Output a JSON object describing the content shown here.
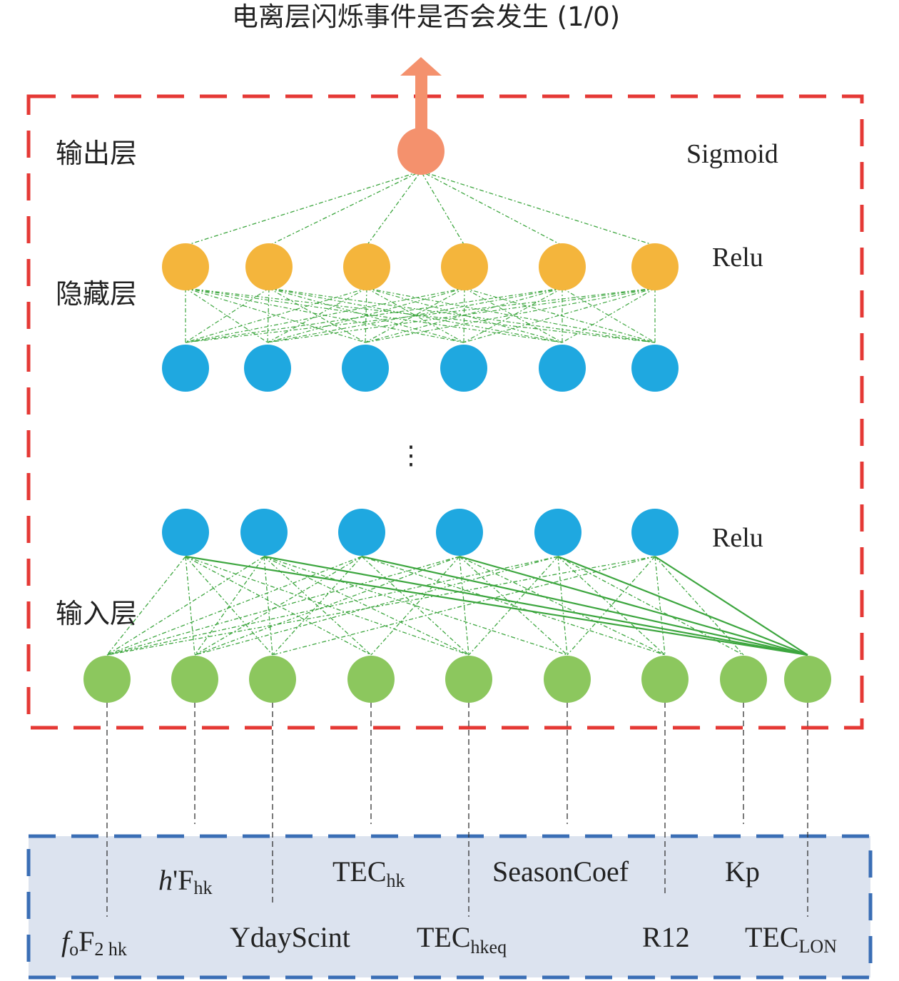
{
  "title": "电离层闪烁事件是否会发生 (1/0)",
  "layers": {
    "output_label": "输出层",
    "hidden_label": "隐藏层",
    "input_label": "输入层"
  },
  "activations": {
    "output": "Sigmoid",
    "hidden_top": "Relu",
    "hidden_bottom": "Relu"
  },
  "ellipsis": "⋮",
  "input_features": [
    {
      "id": "foF2hk",
      "main": "f",
      "sub1": "o",
      "mid": "F",
      "sub2": "2 hk",
      "italic_main": true
    },
    {
      "id": "hFhk",
      "main": "h",
      "mid": "'F",
      "sub2": "hk",
      "italic_main": true
    },
    {
      "id": "YdayScint",
      "main": "YdayScint"
    },
    {
      "id": "TEChk",
      "main": "TEC",
      "sub2": "hk"
    },
    {
      "id": "TEChkeq",
      "main": "TEC",
      "sub2": "hkeq"
    },
    {
      "id": "SeasonCoef",
      "main": "SeasonCoef"
    },
    {
      "id": "R12",
      "main": "R12"
    },
    {
      "id": "Kp",
      "main": "Kp"
    },
    {
      "id": "TECLON",
      "main": "TEC",
      "sub2": "LON"
    }
  ],
  "colors": {
    "output_node": "#F4916D",
    "hidden_top_node": "#F4B53C",
    "hidden_blue_node": "#1FA8E0",
    "input_node": "#8CC75E",
    "connection": "#3DA63F",
    "network_border": "#E53935",
    "input_border": "#3A6EB5",
    "input_panel": "#DCE3EF",
    "arrow": "#F4916D"
  }
}
